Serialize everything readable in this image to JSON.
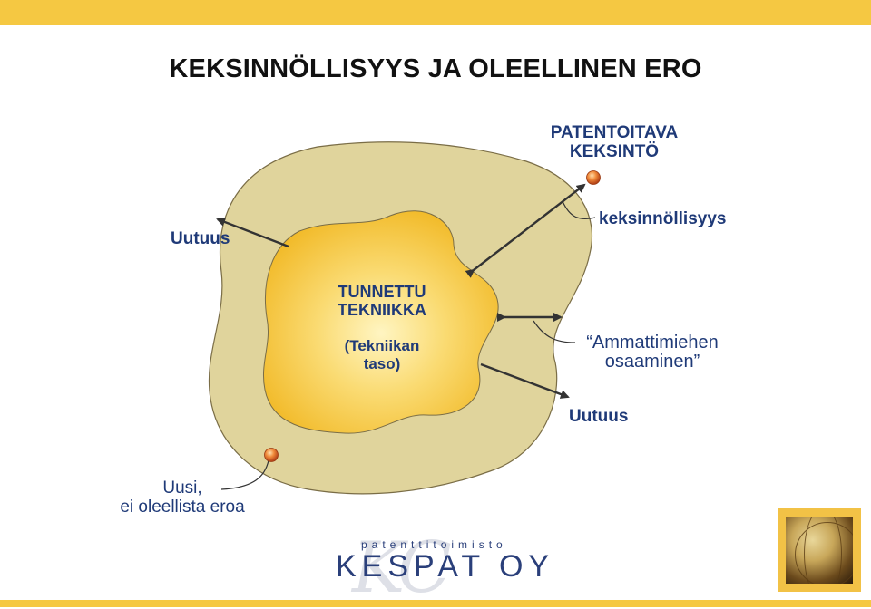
{
  "title": "KEKSINNÖLLISYYS JA OLEELLINEN ERO",
  "labels": {
    "patentable_line1": "PATENTOITAVA",
    "patentable_line2": "KEKSINTÖ",
    "inventiveness": "keksinnöllisyys",
    "novelty_left": "Uutuus",
    "novelty_bottom": "Uutuus",
    "known_line1": "TUNNETTU",
    "known_line2": "TEKNIIKKA",
    "prior_art_line1": "(Tekniikan",
    "prior_art_line2": "taso)",
    "skill_line1": "“Ammattimiehen",
    "skill_line2": "osaaminen”",
    "new_line1": "Uusi,",
    "new_line2": "ei oleellista eroa"
  },
  "logo": {
    "small_text": "patenttitoimisto",
    "main_text": "KESPAT OY",
    "mark_text": "KC"
  },
  "colors": {
    "accent_bar": "#f5c842",
    "outer_region": "#e0d49c",
    "inner_region": "#f6c63a",
    "text_blue": "#1f3a78",
    "arrow": "#333333",
    "dot": "#e8782a"
  }
}
